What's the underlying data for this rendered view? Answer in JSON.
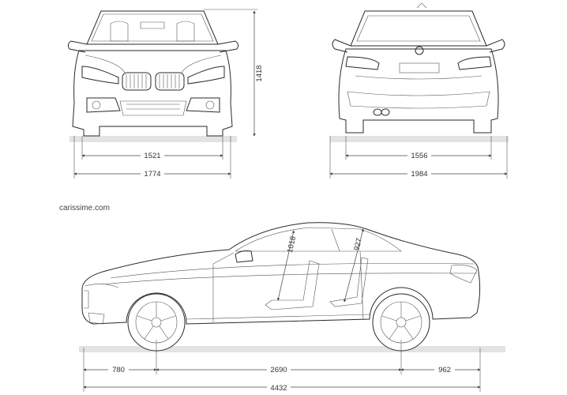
{
  "watermark": "carissime.com",
  "dimensions": {
    "height": "1418",
    "front_track": "1521",
    "front_width": "1774",
    "rear_track": "1556",
    "rear_width": "1984",
    "front_headroom": "1018",
    "rear_headroom": "927",
    "front_overhang": "780",
    "wheelbase": "2690",
    "rear_overhang": "962",
    "length": "4432"
  }
}
